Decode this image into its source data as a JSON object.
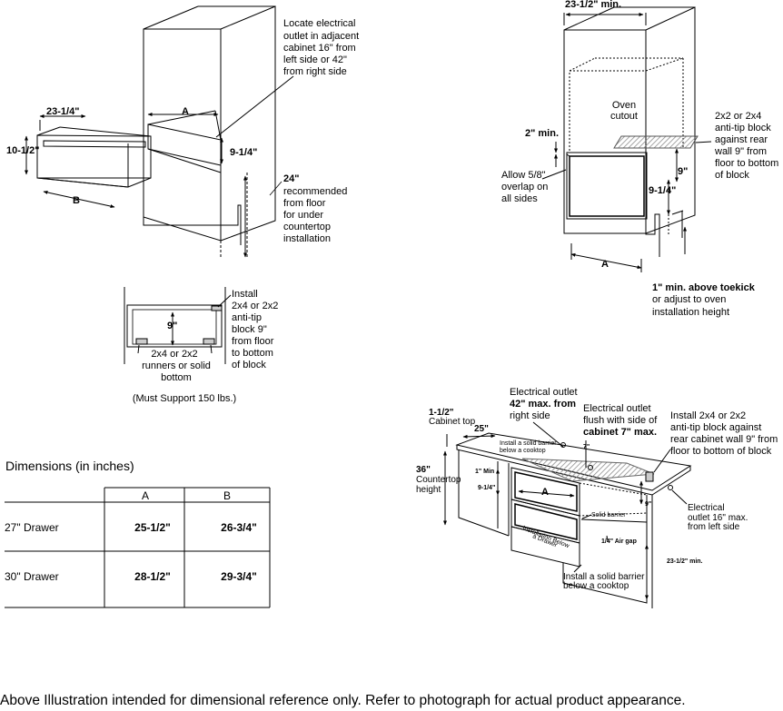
{
  "fig1": {
    "callout": [
      "Locate electrical",
      "outlet in adjacent",
      "cabinet 16\" from",
      "left side or 42\"",
      "from right side"
    ],
    "dim_23_14": "23-1/4\"",
    "dim_10_12": "10-1/2\"",
    "dim_A": "A",
    "dim_B": "B",
    "dim_9_14": "9-1/4\"",
    "floor": [
      "24\"",
      "recommended",
      "from floor",
      "for under",
      "countertop",
      "installation"
    ]
  },
  "fig2": {
    "callout": [
      "Install",
      "2x4 or 2x2",
      "anti-tip",
      "block 9\"",
      "from floor",
      "to bottom",
      "of block"
    ],
    "dim_9": "9\"",
    "runners": [
      "2x4 or 2x2",
      "runners or solid",
      "bottom"
    ],
    "support": "(Must Support 150 lbs.)"
  },
  "fig3": {
    "top": "23-1/2\" min.",
    "oven": [
      "Oven",
      "cutout"
    ],
    "block": [
      "2x2 or 2x4",
      "anti-tip block",
      "against rear",
      "wall 9\" from",
      "floor to bottom",
      "of block"
    ],
    "min2": "2\" min.",
    "overlap": [
      "Allow 5/8\"",
      "overlap on",
      "all sides"
    ],
    "dim_9": "9\"",
    "dim_9_14": "9-1/4\"",
    "dim_A": "A",
    "toe": [
      "1\" min. above toekick",
      "or adjust to oven",
      "installation height"
    ]
  },
  "fig4": {
    "outlet_right": [
      "Electrical outlet",
      "42\" max. from",
      "right side"
    ],
    "outlet_flush": [
      "Electrical outlet",
      "flush with side of",
      "cabinet 7\" max."
    ],
    "block": [
      "Install 2x4 or 2x2",
      "anti-tip block against",
      "rear cabinet wall 9\" from",
      "floor to bottom of block"
    ],
    "cabinet_top": [
      "1-1/2\"",
      "Cabinet top"
    ],
    "dim_25": "25\"",
    "barrier_small": [
      "Install a solid barrier",
      "below a cooktop"
    ],
    "dim_7": "7\"",
    "countertop": [
      "36\"",
      "Countertop",
      "height"
    ],
    "min1": "1\" Min",
    "dim_9_14": "9-1/4\"",
    "dim_A": "A",
    "dim_9": "9\"",
    "solid_barrier": "Solid barrier",
    "drawer_text": [
      "Installation Below",
      "a Drawer"
    ],
    "air_gap": "1/4\" Air gap",
    "outlet_left": [
      "Electrical",
      "outlet 16\" max.",
      "from left side"
    ],
    "min23": "23-1/2\" min.",
    "barrier_bottom": [
      "Install a solid barrier",
      "below a cooktop"
    ]
  },
  "dimensions": {
    "title": "Dimensions (in inches)",
    "headers": [
      "A",
      "B"
    ],
    "rows": [
      {
        "label": "27\" Drawer",
        "a": "25-1/2\"",
        "b": "26-3/4\""
      },
      {
        "label": "30\" Drawer",
        "a": "28-1/2\"",
        "b": "29-3/4\""
      }
    ]
  },
  "footer": "Above Illustration intended for dimensional reference only. Refer to photograph for actual product appearance."
}
